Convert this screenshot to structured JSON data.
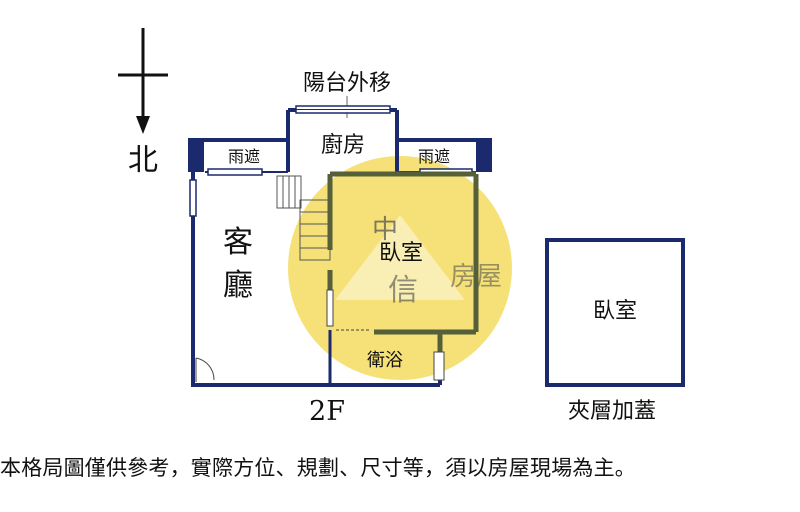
{
  "compass": {
    "label": "北"
  },
  "rooms": {
    "balcony_note": "陽台外移",
    "kitchen": "廚房",
    "canopy_left": "雨遮",
    "canopy_right": "雨遮",
    "living_room": [
      "客",
      "廳"
    ],
    "bedroom_2f": "臥室",
    "bathroom": "衛浴",
    "bedroom_mezzanine": "臥室"
  },
  "labels": {
    "floor": "2F",
    "mezzanine": "夾層加蓋"
  },
  "watermark": {
    "text": "中信房屋",
    "color": "#f2d84a"
  },
  "colors": {
    "wall": "#1a2a6c",
    "partition": "#555f3a"
  },
  "disclaimer": "本格局圖僅供參考，實際方位、規劃、尺寸等，須以房屋現場為主。"
}
